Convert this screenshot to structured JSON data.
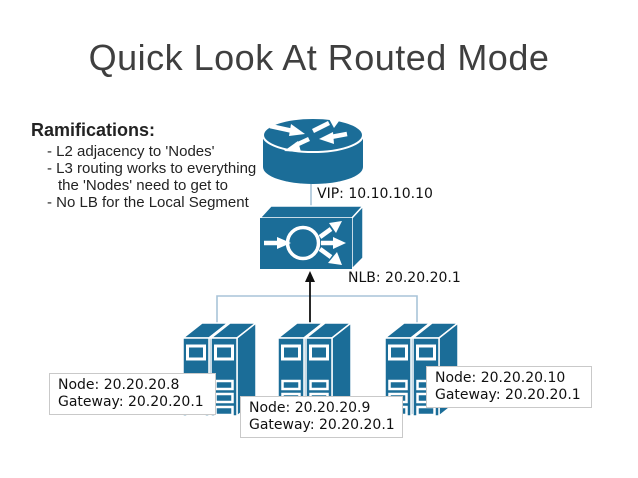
{
  "title": "Quick Look At Routed Mode",
  "ramifications": {
    "heading": "Ramifications:",
    "items": [
      "- L2 adjacency to 'Nodes'",
      "- L3 routing works to everything",
      "the 'Nodes' need to get to",
      "- No LB for the Local Segment"
    ]
  },
  "diagram": {
    "vip_label": "VIP: 10.10.10.10",
    "nlb_label": "NLB: 20.20.20.1",
    "nodes": [
      {
        "node": "Node: 20.20.20.8",
        "gateway": "Gateway: 20.20.20.1"
      },
      {
        "node": "Node: 20.20.20.9",
        "gateway": "Gateway: 20.20.20.1"
      },
      {
        "node": "Node: 20.20.20.10",
        "gateway": "Gateway: 20.20.20.1"
      }
    ],
    "icons": {
      "router": "router-icon",
      "load_balancer": "nlb-icon",
      "server_stack": "server-stack-icon",
      "uplink": "up-arrow-icon"
    }
  },
  "colors": {
    "icon_teal": "#1b6d98",
    "title_text": "#3f3f3f",
    "body_text": "#232323",
    "connector": "#a9c4d8",
    "uplink_arrow": "#111111",
    "label_border": "#c9c9c9",
    "background": "#ffffff"
  }
}
